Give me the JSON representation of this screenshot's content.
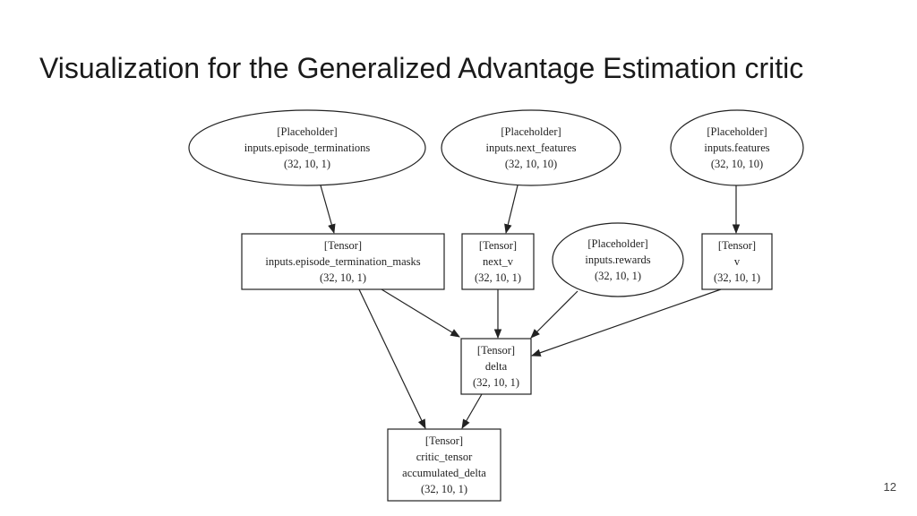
{
  "slide": {
    "title": "Visualization for the Generalized Advantage Estimation critic",
    "page_number": "12"
  },
  "graph": {
    "nodes": [
      {
        "id": "episode_terminations",
        "shape": "ellipse",
        "lines": [
          "[Placeholder]",
          "inputs.episode_terminations",
          "(32, 10, 1)"
        ]
      },
      {
        "id": "next_features",
        "shape": "ellipse",
        "lines": [
          "[Placeholder]",
          "inputs.next_features",
          "(32, 10, 10)"
        ]
      },
      {
        "id": "features",
        "shape": "ellipse",
        "lines": [
          "[Placeholder]",
          "inputs.features",
          "(32, 10, 10)"
        ]
      },
      {
        "id": "termination_masks",
        "shape": "box",
        "lines": [
          "[Tensor]",
          "inputs.episode_termination_masks",
          "(32, 10, 1)"
        ]
      },
      {
        "id": "next_v",
        "shape": "box",
        "lines": [
          "[Tensor]",
          "next_v",
          "(32, 10, 1)"
        ]
      },
      {
        "id": "rewards",
        "shape": "ellipse",
        "lines": [
          "[Placeholder]",
          "inputs.rewards",
          "(32, 10, 1)"
        ]
      },
      {
        "id": "v",
        "shape": "box",
        "lines": [
          "[Tensor]",
          "v",
          "(32, 10, 1)"
        ]
      },
      {
        "id": "delta",
        "shape": "box",
        "lines": [
          "[Tensor]",
          "delta",
          "(32, 10, 1)"
        ]
      },
      {
        "id": "critic_tensor",
        "shape": "box",
        "lines": [
          "[Tensor]",
          "critic_tensor",
          "accumulated_delta",
          "(32, 10, 1)"
        ]
      }
    ],
    "edges": [
      [
        "episode_terminations",
        "termination_masks"
      ],
      [
        "next_features",
        "next_v"
      ],
      [
        "features",
        "v"
      ],
      [
        "termination_masks",
        "delta"
      ],
      [
        "termination_masks",
        "critic_tensor"
      ],
      [
        "next_v",
        "delta"
      ],
      [
        "rewards",
        "delta"
      ],
      [
        "v",
        "delta"
      ],
      [
        "delta",
        "critic_tensor"
      ]
    ]
  }
}
